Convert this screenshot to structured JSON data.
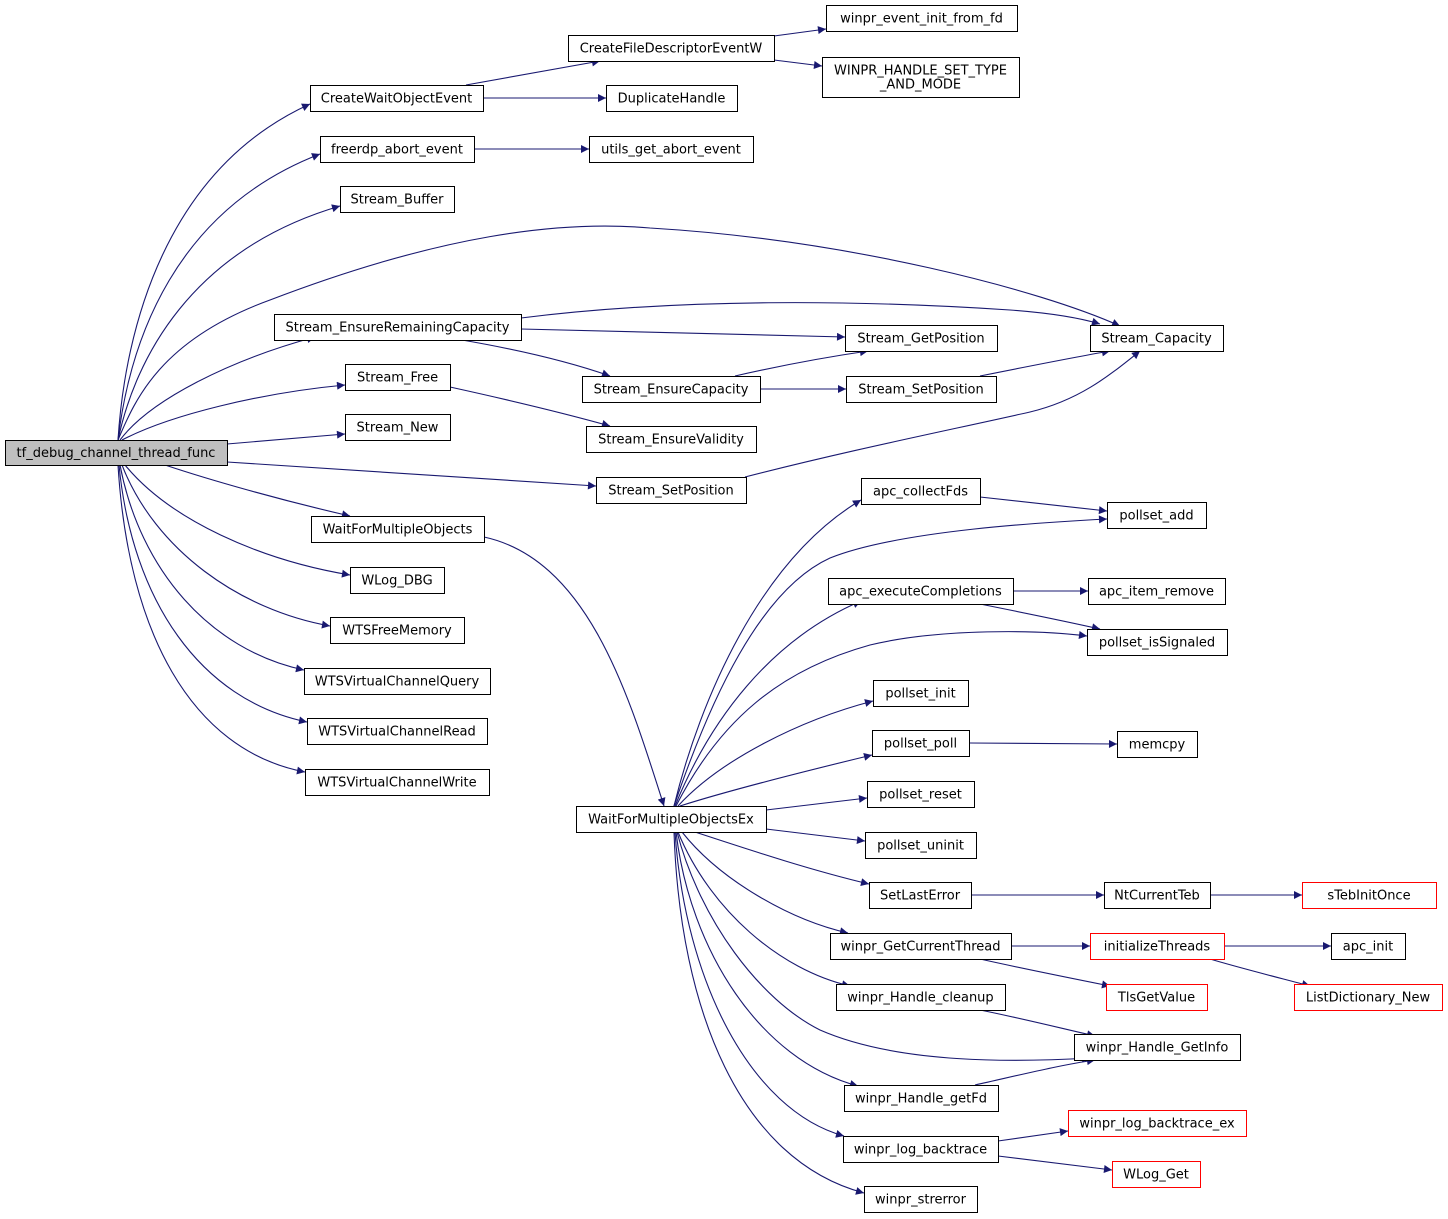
{
  "colors": {
    "edge": "#191970",
    "node_border": "#000000",
    "truncated_node_border": "#ff0000",
    "root_fill": "#bfbfbf"
  },
  "nodes": [
    {
      "id": "tf_debug",
      "label": "tf_debug_channel_thread_func",
      "root": true
    },
    {
      "id": "CreateWaitObjectEvent",
      "label": "CreateWaitObjectEvent"
    },
    {
      "id": "freerdp_abort_event",
      "label": "freerdp_abort_event"
    },
    {
      "id": "Stream_Buffer",
      "label": "Stream_Buffer"
    },
    {
      "id": "Stream_EnsureRemainingCapacity",
      "label": "Stream_EnsureRemainingCapacity"
    },
    {
      "id": "Stream_Free",
      "label": "Stream_Free"
    },
    {
      "id": "Stream_New",
      "label": "Stream_New"
    },
    {
      "id": "WaitForMultipleObjects",
      "label": "WaitForMultipleObjects"
    },
    {
      "id": "WLog_DBG",
      "label": "WLog_DBG"
    },
    {
      "id": "WTSFreeMemory",
      "label": "WTSFreeMemory"
    },
    {
      "id": "WTSVirtualChannelQuery",
      "label": "WTSVirtualChannelQuery"
    },
    {
      "id": "WTSVirtualChannelRead",
      "label": "WTSVirtualChannelRead"
    },
    {
      "id": "WTSVirtualChannelWrite",
      "label": "WTSVirtualChannelWrite"
    },
    {
      "id": "CreateFileDescriptorEventW",
      "label": "CreateFileDescriptorEventW"
    },
    {
      "id": "DuplicateHandle",
      "label": "DuplicateHandle"
    },
    {
      "id": "utils_get_abort_event",
      "label": "utils_get_abort_event"
    },
    {
      "id": "Stream_GetPosition",
      "label": "Stream_GetPosition"
    },
    {
      "id": "Stream_EnsureCapacity",
      "label": "Stream_EnsureCapacity"
    },
    {
      "id": "Stream_SetPosition1",
      "label": "Stream_SetPosition"
    },
    {
      "id": "Stream_EnsureValidity",
      "label": "Stream_EnsureValidity"
    },
    {
      "id": "Stream_SetPosition2",
      "label": "Stream_SetPosition"
    },
    {
      "id": "winpr_event_init_from_fd",
      "label": "winpr_event_init_from_fd"
    },
    {
      "id": "WINPR_HANDLE_SET_TYPE",
      "label": [
        "WINPR_HANDLE_SET_TYPE",
        "_AND_MODE"
      ]
    },
    {
      "id": "Stream_Capacity",
      "label": "Stream_Capacity"
    },
    {
      "id": "WaitForMultipleObjectsEx",
      "label": "WaitForMultipleObjectsEx"
    },
    {
      "id": "apc_collectFds",
      "label": "apc_collectFds"
    },
    {
      "id": "apc_executeCompletions",
      "label": "apc_executeCompletions"
    },
    {
      "id": "pollset_init",
      "label": "pollset_init"
    },
    {
      "id": "pollset_poll",
      "label": "pollset_poll"
    },
    {
      "id": "pollset_reset",
      "label": "pollset_reset"
    },
    {
      "id": "pollset_uninit",
      "label": "pollset_uninit"
    },
    {
      "id": "SetLastError",
      "label": "SetLastError"
    },
    {
      "id": "winpr_GetCurrentThread",
      "label": "winpr_GetCurrentThread"
    },
    {
      "id": "winpr_Handle_cleanup",
      "label": "winpr_Handle_cleanup"
    },
    {
      "id": "winpr_Handle_getFd",
      "label": "winpr_Handle_getFd"
    },
    {
      "id": "winpr_log_backtrace",
      "label": "winpr_log_backtrace"
    },
    {
      "id": "winpr_strerror",
      "label": "winpr_strerror"
    },
    {
      "id": "pollset_add",
      "label": "pollset_add"
    },
    {
      "id": "apc_item_remove",
      "label": "apc_item_remove"
    },
    {
      "id": "pollset_isSignaled",
      "label": "pollset_isSignaled"
    },
    {
      "id": "memcpy",
      "label": "memcpy"
    },
    {
      "id": "NtCurrentTeb",
      "label": "NtCurrentTeb"
    },
    {
      "id": "initializeThreads",
      "label": "initializeThreads",
      "truncated": true
    },
    {
      "id": "TlsGetValue",
      "label": "TlsGetValue",
      "truncated": true
    },
    {
      "id": "winpr_Handle_GetInfo",
      "label": "winpr_Handle_GetInfo"
    },
    {
      "id": "winpr_log_backtrace_ex",
      "label": "winpr_log_backtrace_ex",
      "truncated": true
    },
    {
      "id": "WLog_Get",
      "label": "WLog_Get",
      "truncated": true
    },
    {
      "id": "sTebInitOnce",
      "label": "sTebInitOnce",
      "truncated": true
    },
    {
      "id": "apc_init",
      "label": "apc_init"
    },
    {
      "id": "ListDictionary_New",
      "label": "ListDictionary_New",
      "truncated": true
    }
  ],
  "edges": [
    [
      "tf_debug",
      "CreateWaitObjectEvent"
    ],
    [
      "tf_debug",
      "freerdp_abort_event"
    ],
    [
      "tf_debug",
      "Stream_Buffer"
    ],
    [
      "tf_debug",
      "Stream_Capacity"
    ],
    [
      "tf_debug",
      "Stream_EnsureRemainingCapacity"
    ],
    [
      "tf_debug",
      "Stream_Free"
    ],
    [
      "tf_debug",
      "Stream_New"
    ],
    [
      "tf_debug",
      "Stream_SetPosition2"
    ],
    [
      "tf_debug",
      "WaitForMultipleObjects"
    ],
    [
      "tf_debug",
      "WLog_DBG"
    ],
    [
      "tf_debug",
      "WTSFreeMemory"
    ],
    [
      "tf_debug",
      "WTSVirtualChannelQuery"
    ],
    [
      "tf_debug",
      "WTSVirtualChannelRead"
    ],
    [
      "tf_debug",
      "WTSVirtualChannelWrite"
    ],
    [
      "CreateWaitObjectEvent",
      "CreateFileDescriptorEventW"
    ],
    [
      "CreateWaitObjectEvent",
      "DuplicateHandle"
    ],
    [
      "CreateFileDescriptorEventW",
      "winpr_event_init_from_fd"
    ],
    [
      "CreateFileDescriptorEventW",
      "WINPR_HANDLE_SET_TYPE"
    ],
    [
      "freerdp_abort_event",
      "utils_get_abort_event"
    ],
    [
      "Stream_EnsureRemainingCapacity",
      "Stream_Capacity"
    ],
    [
      "Stream_EnsureRemainingCapacity",
      "Stream_GetPosition"
    ],
    [
      "Stream_EnsureRemainingCapacity",
      "Stream_EnsureCapacity"
    ],
    [
      "Stream_EnsureCapacity",
      "Stream_GetPosition"
    ],
    [
      "Stream_EnsureCapacity",
      "Stream_SetPosition1"
    ],
    [
      "Stream_SetPosition1",
      "Stream_Capacity"
    ],
    [
      "Stream_Free",
      "Stream_EnsureValidity"
    ],
    [
      "Stream_SetPosition2",
      "Stream_Capacity"
    ],
    [
      "WaitForMultipleObjects",
      "WaitForMultipleObjectsEx"
    ],
    [
      "WaitForMultipleObjectsEx",
      "apc_collectFds"
    ],
    [
      "WaitForMultipleObjectsEx",
      "pollset_add"
    ],
    [
      "WaitForMultipleObjectsEx",
      "apc_executeCompletions"
    ],
    [
      "WaitForMultipleObjectsEx",
      "pollset_isSignaled"
    ],
    [
      "WaitForMultipleObjectsEx",
      "pollset_init"
    ],
    [
      "WaitForMultipleObjectsEx",
      "pollset_poll"
    ],
    [
      "WaitForMultipleObjectsEx",
      "pollset_reset"
    ],
    [
      "WaitForMultipleObjectsEx",
      "pollset_uninit"
    ],
    [
      "WaitForMultipleObjectsEx",
      "SetLastError"
    ],
    [
      "WaitForMultipleObjectsEx",
      "winpr_GetCurrentThread"
    ],
    [
      "WaitForMultipleObjectsEx",
      "winpr_Handle_cleanup"
    ],
    [
      "WaitForMultipleObjectsEx",
      "winpr_Handle_GetInfo"
    ],
    [
      "WaitForMultipleObjectsEx",
      "winpr_Handle_getFd"
    ],
    [
      "WaitForMultipleObjectsEx",
      "winpr_log_backtrace"
    ],
    [
      "WaitForMultipleObjectsEx",
      "winpr_strerror"
    ],
    [
      "apc_collectFds",
      "pollset_add"
    ],
    [
      "apc_executeCompletions",
      "apc_item_remove"
    ],
    [
      "apc_executeCompletions",
      "pollset_isSignaled"
    ],
    [
      "pollset_poll",
      "memcpy"
    ],
    [
      "SetLastError",
      "NtCurrentTeb"
    ],
    [
      "NtCurrentTeb",
      "sTebInitOnce"
    ],
    [
      "winpr_GetCurrentThread",
      "initializeThreads"
    ],
    [
      "winpr_GetCurrentThread",
      "TlsGetValue"
    ],
    [
      "initializeThreads",
      "apc_init"
    ],
    [
      "initializeThreads",
      "ListDictionary_New"
    ],
    [
      "winpr_Handle_cleanup",
      "winpr_Handle_GetInfo"
    ],
    [
      "winpr_Handle_getFd",
      "winpr_Handle_GetInfo"
    ],
    [
      "winpr_log_backtrace",
      "winpr_log_backtrace_ex"
    ],
    [
      "winpr_log_backtrace",
      "WLog_Get"
    ]
  ]
}
